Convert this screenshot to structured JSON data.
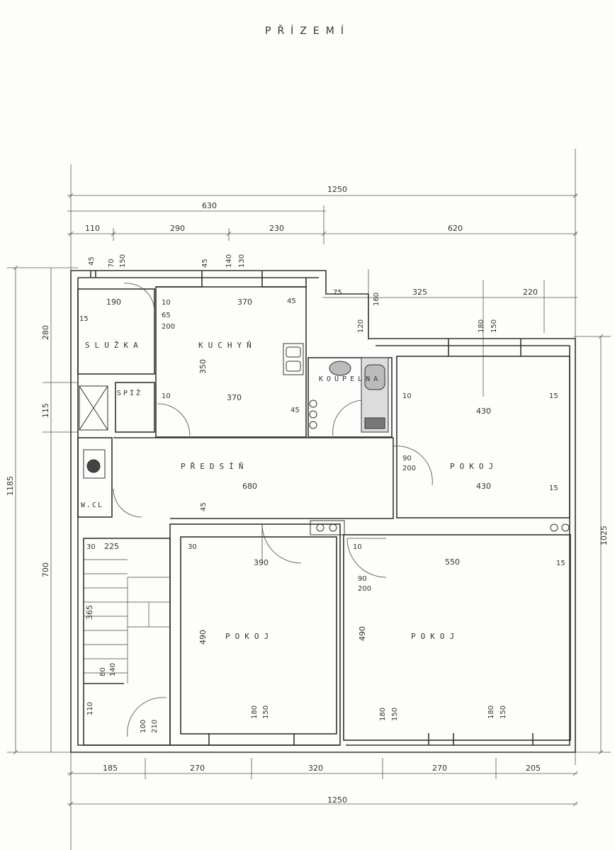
{
  "title": "PŘÍZEMÍ",
  "rooms": {
    "sluzka": "SLUŽKA",
    "kuchyn": "KUCHYŇ",
    "spiz": "SPÍŽ",
    "koupelna": "KOUPELNA",
    "predsin": "PŘEDSÍŇ",
    "pokoj_right_top": "POKOJ",
    "wc": "W.CL",
    "pokoj_mid": "POKOJ",
    "pokoj_right": "POKOJ"
  },
  "dims": {
    "overall_top": "1250",
    "overall_bottom": "1250",
    "left_height": "1185",
    "right_height": "1025",
    "top_630": "630",
    "top_110": "110",
    "top_290": "290",
    "top_230": "230",
    "top_620": "620",
    "left_280": "280",
    "left_115": "115",
    "left_700": "700",
    "r2_325": "325",
    "r2_220": "220",
    "r2_75": "75",
    "bot_185": "185",
    "bot_270a": "270",
    "bot_320": "320",
    "bot_270b": "270",
    "bot_205": "205",
    "k_370a": "370",
    "k_370b": "370",
    "k_350": "350",
    "s_190": "190",
    "r_430a": "430",
    "r_430b": "430",
    "p_680": "680",
    "m_390": "390",
    "m_550": "550",
    "m_490a": "490",
    "m_490b": "490",
    "st_225": "225",
    "st_365": "365",
    "d_45a": "45",
    "d_45b": "45",
    "d_45c": "45",
    "d_45d": "45",
    "d_45e": "45",
    "d_15a": "15",
    "d_15b": "15",
    "d_15c": "15",
    "d_15d": "15",
    "d_10a": "10",
    "d_10b": "10",
    "d_10c": "10",
    "d_10d": "10",
    "d_30a": "30",
    "d_30b": "30",
    "d_90_200a": "90",
    "d_90_200b": "200",
    "d_90_200c": "90",
    "d_90_200d": "200",
    "w_180a": "180",
    "w_150a": "150",
    "w_180b": "180",
    "w_150b": "150",
    "w_180c": "180",
    "w_150c": "150",
    "w_180d": "180",
    "w_150d": "150",
    "w_70": "70",
    "w_150e": "150",
    "w_140": "140",
    "w_130": "130",
    "w_160": "160",
    "w_120": "120",
    "d_65": "65",
    "d_200": "200",
    "d_100": "100",
    "d_210": "210",
    "d_110": "110",
    "d_80": "80",
    "d_140b": "140"
  }
}
